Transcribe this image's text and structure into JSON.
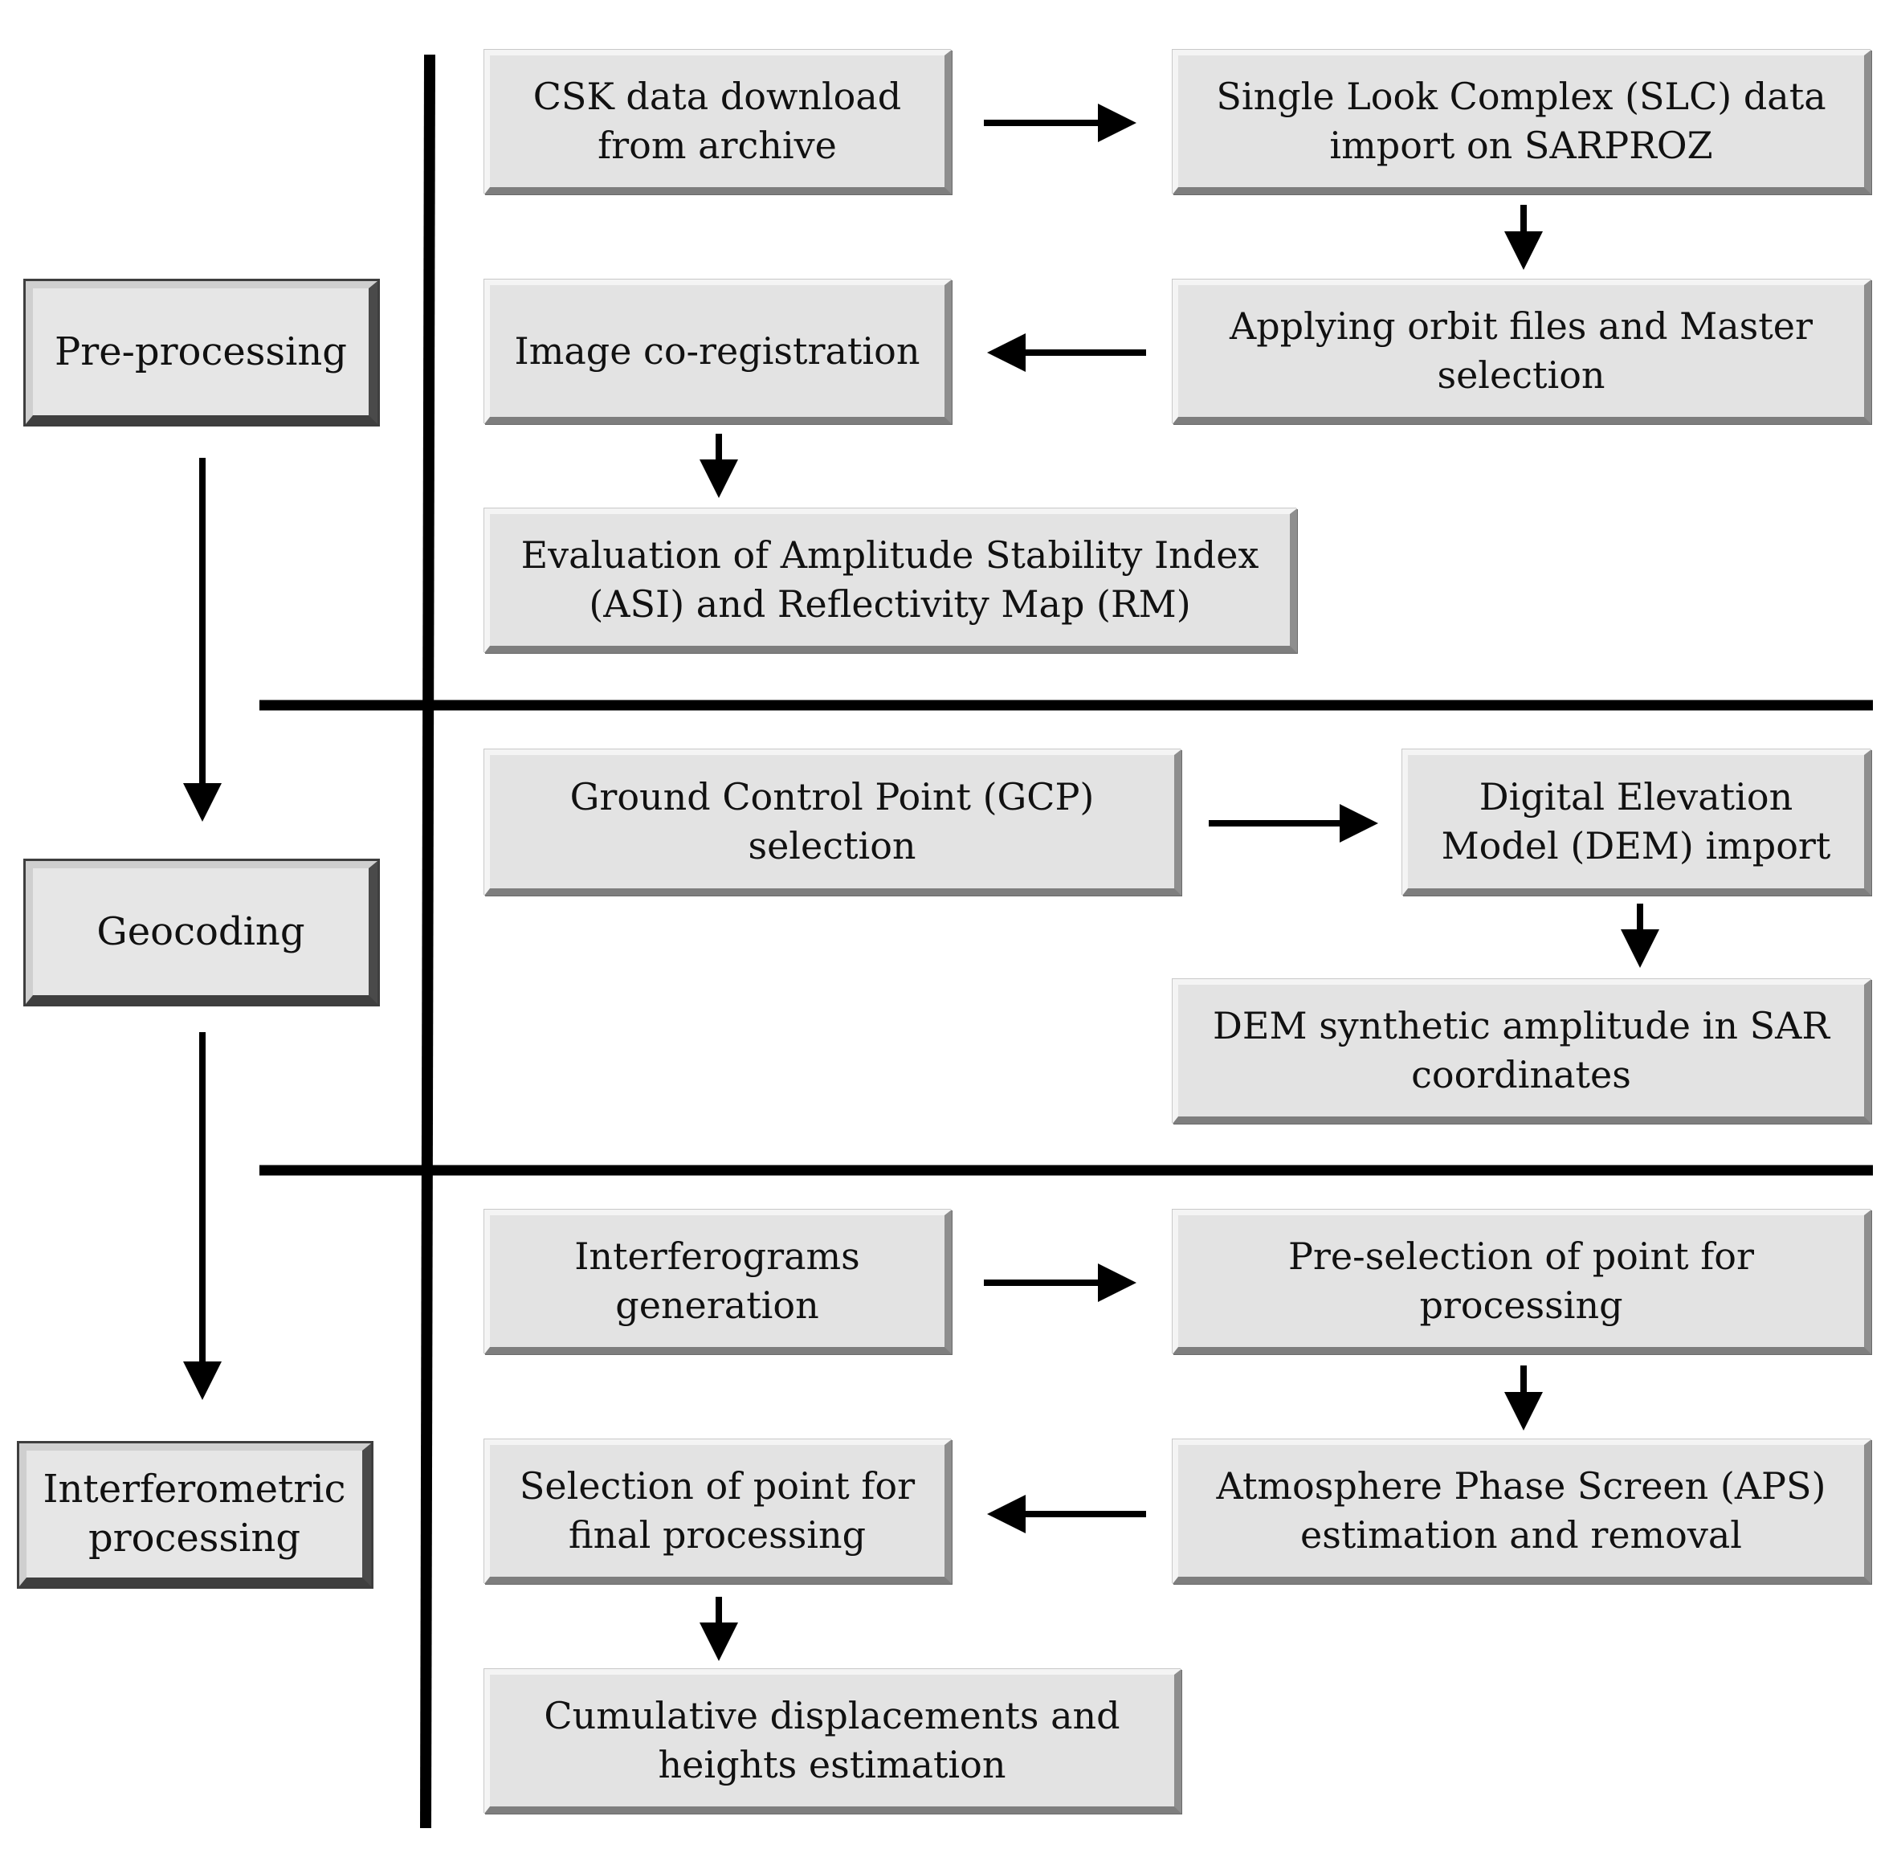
{
  "stages": {
    "preprocessing": "Pre-processing",
    "geocoding": "Geocoding",
    "interferometric": "Interferometric processing"
  },
  "steps": {
    "csk_download": "CSK data download from archive",
    "slc_import": "Single Look Complex (SLC) data import on SARPROZ",
    "orbit_master": "Applying orbit files and Master selection",
    "coregistration": "Image co-registration",
    "asi_rm": "Evaluation of Amplitude Stability Index (ASI) and Reflectivity Map (RM)",
    "gcp_selection": "Ground Control Point (GCP) selection",
    "dem_import": "Digital Elevation Model (DEM) import",
    "dem_synthetic": "DEM synthetic amplitude in SAR coordinates",
    "interferograms": "Interferograms generation",
    "preselection": "Pre-selection of point for processing",
    "aps": "Atmosphere Phase Screen (APS) estimation and removal",
    "final_selection": "Selection of point for final processing",
    "cumulative": "Cumulative displacements and heights estimation"
  }
}
